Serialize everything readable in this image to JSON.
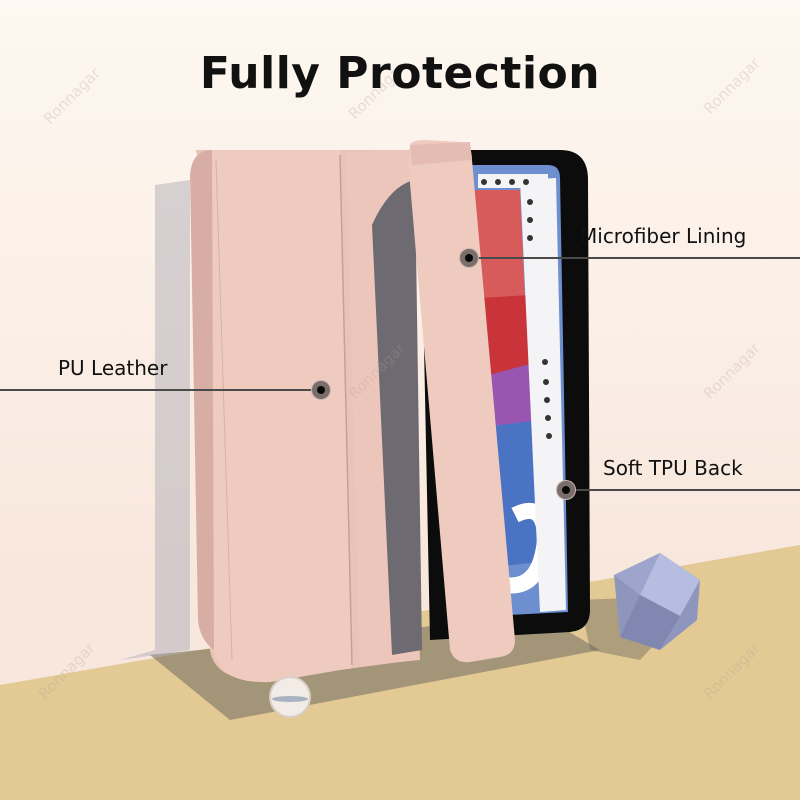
{
  "title": "Fully Protection",
  "callouts": [
    {
      "label": "Microfiber Lining",
      "side": "right"
    },
    {
      "label": "PU Leather",
      "side": "left"
    },
    {
      "label": "Soft TPU Back",
      "side": "right"
    }
  ],
  "watermark": "Ronnagar",
  "colors": {
    "wall": "#fcf4ec",
    "floor": "#e3c994",
    "case_pink": "#eec9bf",
    "shadow_gray": "#6e6a72",
    "dice_blue": "#9aa2c8",
    "title_text": "#111111"
  }
}
